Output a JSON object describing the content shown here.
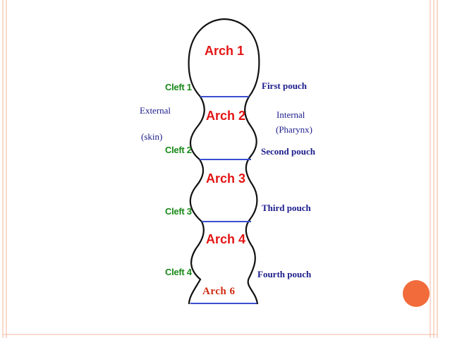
{
  "slide": {
    "accent_color": "#f26b3a",
    "border_color": "#f4b59d",
    "decoration": "orange-circle"
  },
  "diagram": {
    "arches": [
      "Arch 1",
      "Arch 2",
      "Arch 3",
      "Arch 4",
      "Arch 6"
    ],
    "clefts": [
      "Cleft 1",
      "Cleft 2",
      "Cleft 3",
      "Cleft 4"
    ],
    "pouches": [
      "First pouch",
      "Second pouch",
      "Third pouch",
      "Fourth pouch"
    ],
    "external_label": "External",
    "external_sub": "(skin)",
    "internal_label": "Internal",
    "internal_sub": "(Pharynx)",
    "colors": {
      "arch_text": "#e31414",
      "cleft_text": "#1a8a1a",
      "pouch_text": "#1c1c8c",
      "divider": "#3a4fd0",
      "outline": "#111111"
    }
  }
}
